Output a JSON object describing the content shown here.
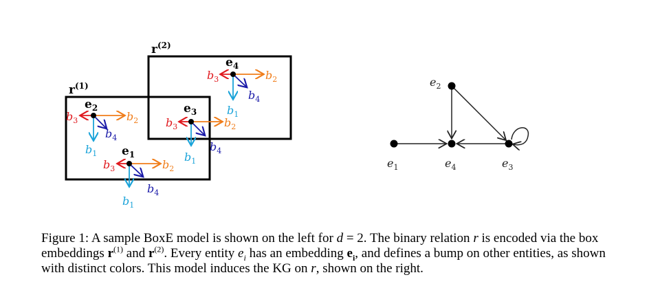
{
  "figure": {
    "boxes": [
      {
        "name": "r",
        "sup": "(1)"
      },
      {
        "name": "r",
        "sup": "(2)"
      }
    ],
    "entities": [
      {
        "label": "e",
        "sub": "1"
      },
      {
        "label": "e",
        "sub": "2"
      },
      {
        "label": "e",
        "sub": "3"
      },
      {
        "label": "e",
        "sub": "4"
      }
    ],
    "bump_labels": {
      "b1": "b",
      "b2": "b",
      "b3": "b",
      "b4": "b",
      "s1": "1",
      "s2": "2",
      "s3": "3",
      "s4": "4"
    },
    "colors": {
      "b1": "#1aa3d9",
      "b2": "#f07d1a",
      "b3": "#e0191e",
      "b4": "#1a1aa8",
      "box": "#000000"
    },
    "graph": {
      "nodes": [
        {
          "label": "e",
          "sub": "1"
        },
        {
          "label": "e",
          "sub": "2"
        },
        {
          "label": "e",
          "sub": "4"
        },
        {
          "label": "e",
          "sub": "3"
        }
      ]
    }
  },
  "caption": {
    "p1": "Figure 1: A sample BoxE model is shown on the left for ",
    "d": "d",
    "p2": " = 2. The binary relation ",
    "r": "r",
    "p3": " is encoded via the box embeddings ",
    "rb1": "r",
    "sup1": "(1)",
    "p4": " and ",
    "rb2": "r",
    "sup2": "(2)",
    "p5": ". Every entity ",
    "ei": "e",
    "isub": "i",
    "p6": " has an embedding ",
    "eib": "e",
    "isub2": "i",
    "p7": ", and defines a bump on other entities, as shown with distinct colors. This model induces the KG on ",
    "r2": "r",
    "p8": ", shown on the right."
  }
}
